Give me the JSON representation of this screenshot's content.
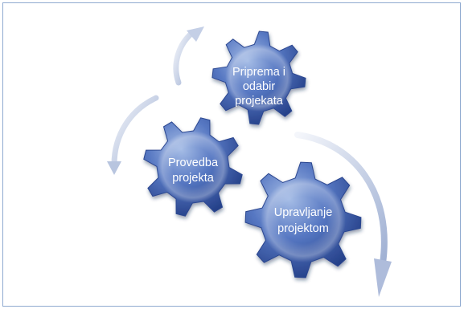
{
  "diagram": {
    "gears": [
      {
        "id": "priprema",
        "lines": [
          "Priprema i",
          "odabir",
          "projekata"
        ]
      },
      {
        "id": "provedba",
        "lines": [
          "Provedba",
          "projekta"
        ]
      },
      {
        "id": "upravljanje",
        "lines": [
          "Upravljanje",
          "projektom"
        ]
      }
    ],
    "colors": {
      "gear_light": "#a6bde6",
      "gear_mid": "#5677c2",
      "gear_dark": "#1f3a82",
      "arrow_light": "#f4f6fb",
      "arrow_dark": "#9fb0d3",
      "frame_border": "#8faad0"
    }
  }
}
